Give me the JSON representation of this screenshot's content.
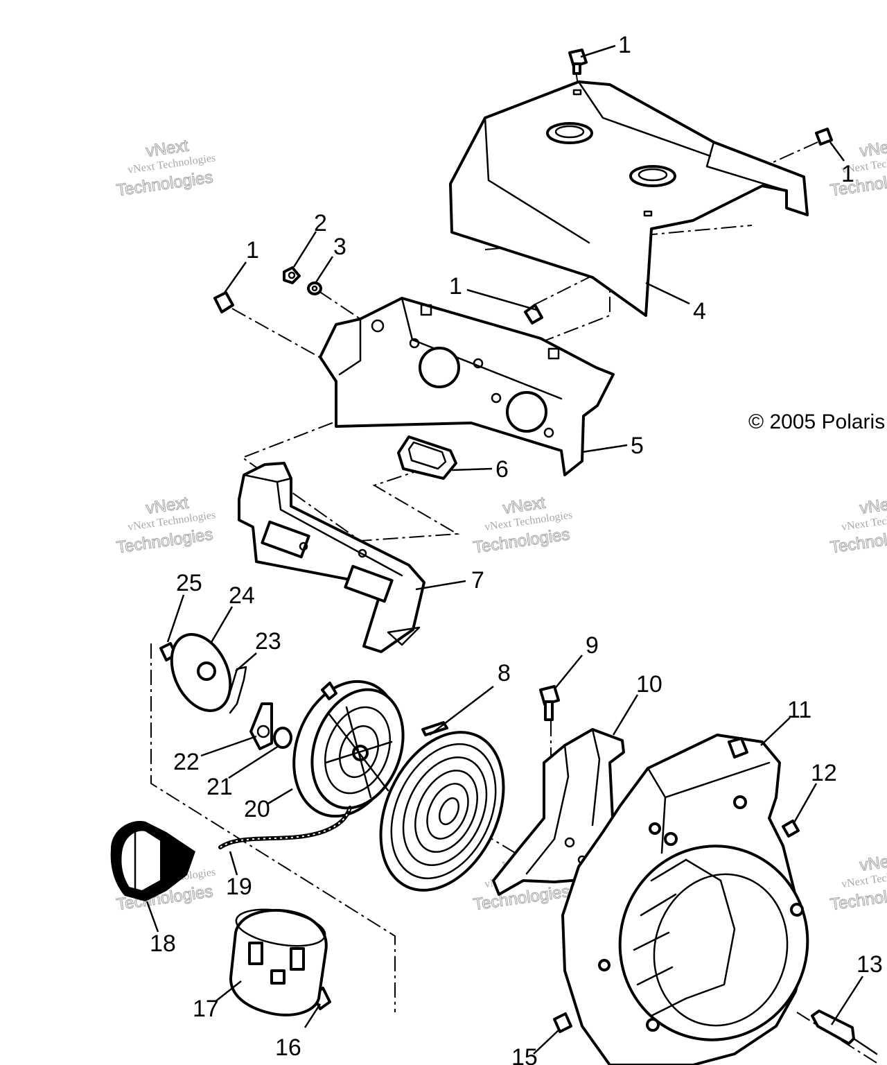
{
  "copyright": "© 2005 Polaris",
  "watermark": {
    "line1": "vNext Technologies",
    "line2": "vNext",
    "line3": "Technologies",
    "color": "#9a9a9a"
  },
  "callouts": [
    {
      "id": "c1a",
      "label": "1"
    },
    {
      "id": "c1b",
      "label": "1"
    },
    {
      "id": "c1c",
      "label": "1"
    },
    {
      "id": "c1d",
      "label": "1"
    },
    {
      "id": "c2",
      "label": "2"
    },
    {
      "id": "c3",
      "label": "3"
    },
    {
      "id": "c4",
      "label": "4"
    },
    {
      "id": "c5",
      "label": "5"
    },
    {
      "id": "c6",
      "label": "6"
    },
    {
      "id": "c7",
      "label": "7"
    },
    {
      "id": "c8",
      "label": "8"
    },
    {
      "id": "c9",
      "label": "9"
    },
    {
      "id": "c10",
      "label": "10"
    },
    {
      "id": "c11",
      "label": "11"
    },
    {
      "id": "c12",
      "label": "12"
    },
    {
      "id": "c13",
      "label": "13"
    },
    {
      "id": "c15",
      "label": "15"
    },
    {
      "id": "c16",
      "label": "16"
    },
    {
      "id": "c17",
      "label": "17"
    },
    {
      "id": "c18",
      "label": "18"
    },
    {
      "id": "c19",
      "label": "19"
    },
    {
      "id": "c20",
      "label": "20"
    },
    {
      "id": "c21",
      "label": "21"
    },
    {
      "id": "c22",
      "label": "22"
    },
    {
      "id": "c23",
      "label": "23"
    },
    {
      "id": "c24",
      "label": "24"
    },
    {
      "id": "c25",
      "label": "25"
    }
  ]
}
